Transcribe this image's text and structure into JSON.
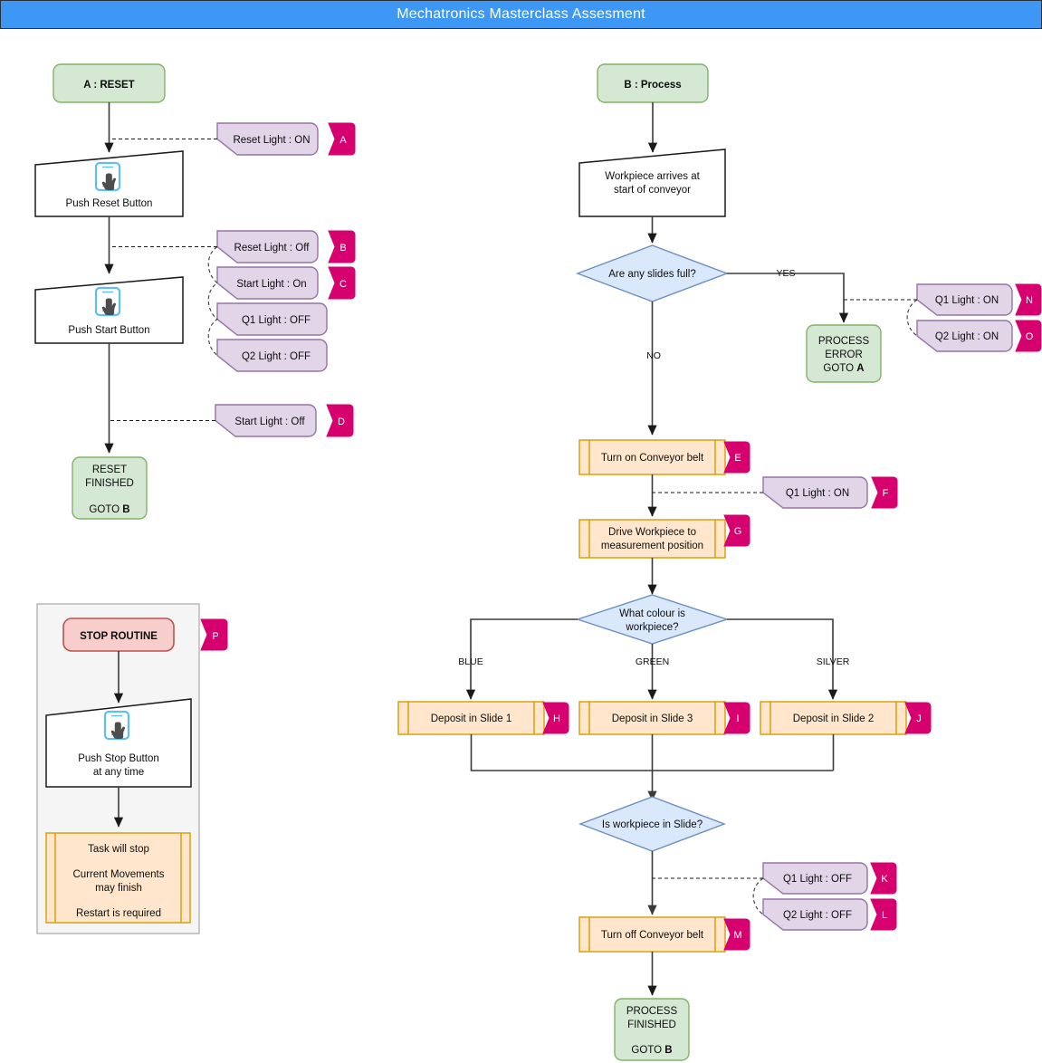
{
  "header": {
    "title": "Mechatronics Masterclass Assesment",
    "bar_color": "#3d97f5"
  },
  "palette": {
    "terminator_fill": "#d5e8d4",
    "terminator_stroke": "#82b366",
    "decision_fill": "#dae8fc",
    "decision_stroke": "#6c8ebf",
    "process_fill": "#ffe6cc",
    "process_stroke": "#d79b00",
    "note_fill": "#e1d5e7",
    "note_stroke": "#9673a6",
    "tag_fill": "#d6006e",
    "stop_panel_fill": "#f5f5f5",
    "stop_terminator_fill": "#f8cecc",
    "stop_terminator_stroke": "#b85450"
  },
  "reset_branch": {
    "start": "A : RESET",
    "step1": "Push Reset Button",
    "step2": "Push Start Button",
    "end_line1": "RESET",
    "end_line2": "FINISHED",
    "end_line3": "GOTO ",
    "end_goto": "B",
    "notes": [
      {
        "text": "Reset Light : ON",
        "tag": "A"
      },
      {
        "text": "Reset Light : Off",
        "tag": "B"
      },
      {
        "text": "Start Light : On",
        "tag": "C"
      },
      {
        "text": "Q1 Light : OFF",
        "tag": ""
      },
      {
        "text": "Q2 Light : OFF",
        "tag": ""
      },
      {
        "text": "Start Light : Off",
        "tag": "D"
      }
    ]
  },
  "stop_routine": {
    "title": "STOP ROUTINE",
    "tag": "P",
    "step_line1": "Push Stop Button",
    "step_line2": "at any time",
    "result_line1": "Task will stop",
    "result_line2": "Current Movements",
    "result_line3": "may finish",
    "result_line4": "Restart is required"
  },
  "process_branch": {
    "start": "B : Process",
    "arrive_line1": "Workpiece arrives at",
    "arrive_line2": "start of conveyor",
    "decision_slides": "Are any slides full?",
    "yes_label": "YES",
    "no_label": "NO",
    "error_line1": "PROCESS",
    "error_line2": "ERROR",
    "error_line3": "GOTO ",
    "error_goto": "A",
    "error_notes": [
      {
        "text": "Q1 Light : ON",
        "tag": "N"
      },
      {
        "text": "Q2 Light : ON",
        "tag": "O"
      }
    ],
    "conveyor_on": "Turn on Conveyor belt",
    "conveyor_on_tag": "E",
    "conveyor_on_note": {
      "text": "Q1 Light : ON",
      "tag": "F"
    },
    "drive_line1": "Drive Workpiece to",
    "drive_line2": "measurement position",
    "drive_tag": "G",
    "decision_colour_line1": "What colour is",
    "decision_colour_line2": "workpiece?",
    "branches": [
      {
        "label": "BLUE",
        "action": "Deposit in Slide 1",
        "tag": "H"
      },
      {
        "label": "GREEN",
        "action": "Deposit in Slide 3",
        "tag": "I"
      },
      {
        "label": "SILVER",
        "action": "Deposit in Slide 2",
        "tag": "J"
      }
    ],
    "decision_in_slide": "Is workpiece in Slide?",
    "slide_notes": [
      {
        "text": "Q1 Light : OFF",
        "tag": "K"
      },
      {
        "text": "Q2 Light : OFF",
        "tag": "L"
      }
    ],
    "conveyor_off": "Turn off Conveyor belt",
    "conveyor_off_tag": "M",
    "finish_line1": "PROCESS",
    "finish_line2": "FINISHED",
    "finish_line3": "GOTO ",
    "finish_goto": "B"
  }
}
